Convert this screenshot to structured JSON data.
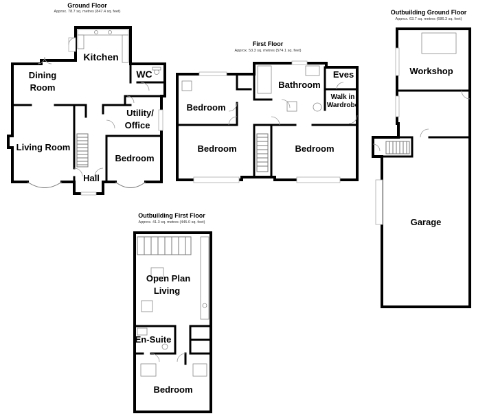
{
  "floors": {
    "ground": {
      "title": "Ground Floor",
      "area": "Approx. 78.7 sq. metres (847.4 sq. feet)",
      "rooms": {
        "kitchen": "Kitchen",
        "dining_line1": "Dining",
        "dining_line2": "Room",
        "wc": "WC",
        "utility_line1": "Utility/",
        "utility_line2": "Office",
        "living": "Living Room",
        "bedroom": "Bedroom",
        "hall": "Hall"
      }
    },
    "first": {
      "title": "First Floor",
      "area": "Approx. 53.3 sq. metres (574.1 sq. feet)",
      "rooms": {
        "bedroom_small": "Bedroom",
        "bathroom": "Bathroom",
        "eves": "Eves",
        "walk_in_line1": "Walk in",
        "walk_in_line2": "Wardrobe",
        "bedroom_left": "Bedroom",
        "bedroom_right": "Bedroom"
      }
    },
    "outbuilding_ground": {
      "title": "Outbuilding Ground Floor",
      "area": "Approx. 63.7 sq. metres (686.3 sq. feet)",
      "rooms": {
        "workshop": "Workshop",
        "garage": "Garage"
      }
    },
    "outbuilding_first": {
      "title": "Outbuilding First Floor",
      "area": "Approx. 41.3 sq. metres (445.0 sq. feet)",
      "rooms": {
        "open_plan_line1": "Open Plan",
        "open_plan_line2": "Living",
        "ensuite": "En-Suite",
        "bedroom": "Bedroom"
      }
    }
  }
}
